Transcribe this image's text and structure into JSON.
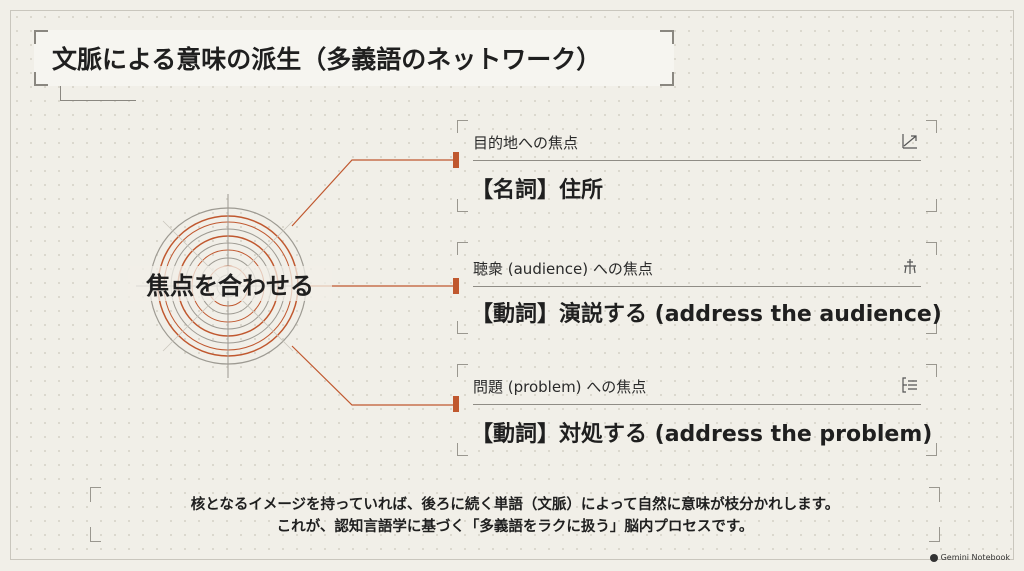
{
  "title": "文脈による意味の派生（多義語のネットワーク）",
  "center": {
    "label": "焦点を合わせる"
  },
  "branches": [
    {
      "focus_label": "目的地への焦点",
      "meaning": "【名詞】住所",
      "icon": "trend-arrow-icon"
    },
    {
      "focus_label": "聴衆 (audience) への焦点",
      "meaning": "【動詞】演説する (address the audience)",
      "icon": "podium-icon"
    },
    {
      "focus_label": "問題 (problem) への焦点",
      "meaning": "【動詞】対処する (address the problem)",
      "icon": "list-bracket-icon"
    }
  ],
  "footer": {
    "line1": "核となるイメージを持っていれば、後ろに続く単語（文脈）によって自然に意味が枝分かれします。",
    "line2": "これが、認知言語学に基づく「多義語をラクに扱う」脳内プロセスです。"
  },
  "badge": {
    "text": "Gemini Notebook"
  },
  "colors": {
    "accent": "#c0582f",
    "background": "#f1efe8",
    "text": "#1f1f1f",
    "rule": "#8f8c85"
  }
}
